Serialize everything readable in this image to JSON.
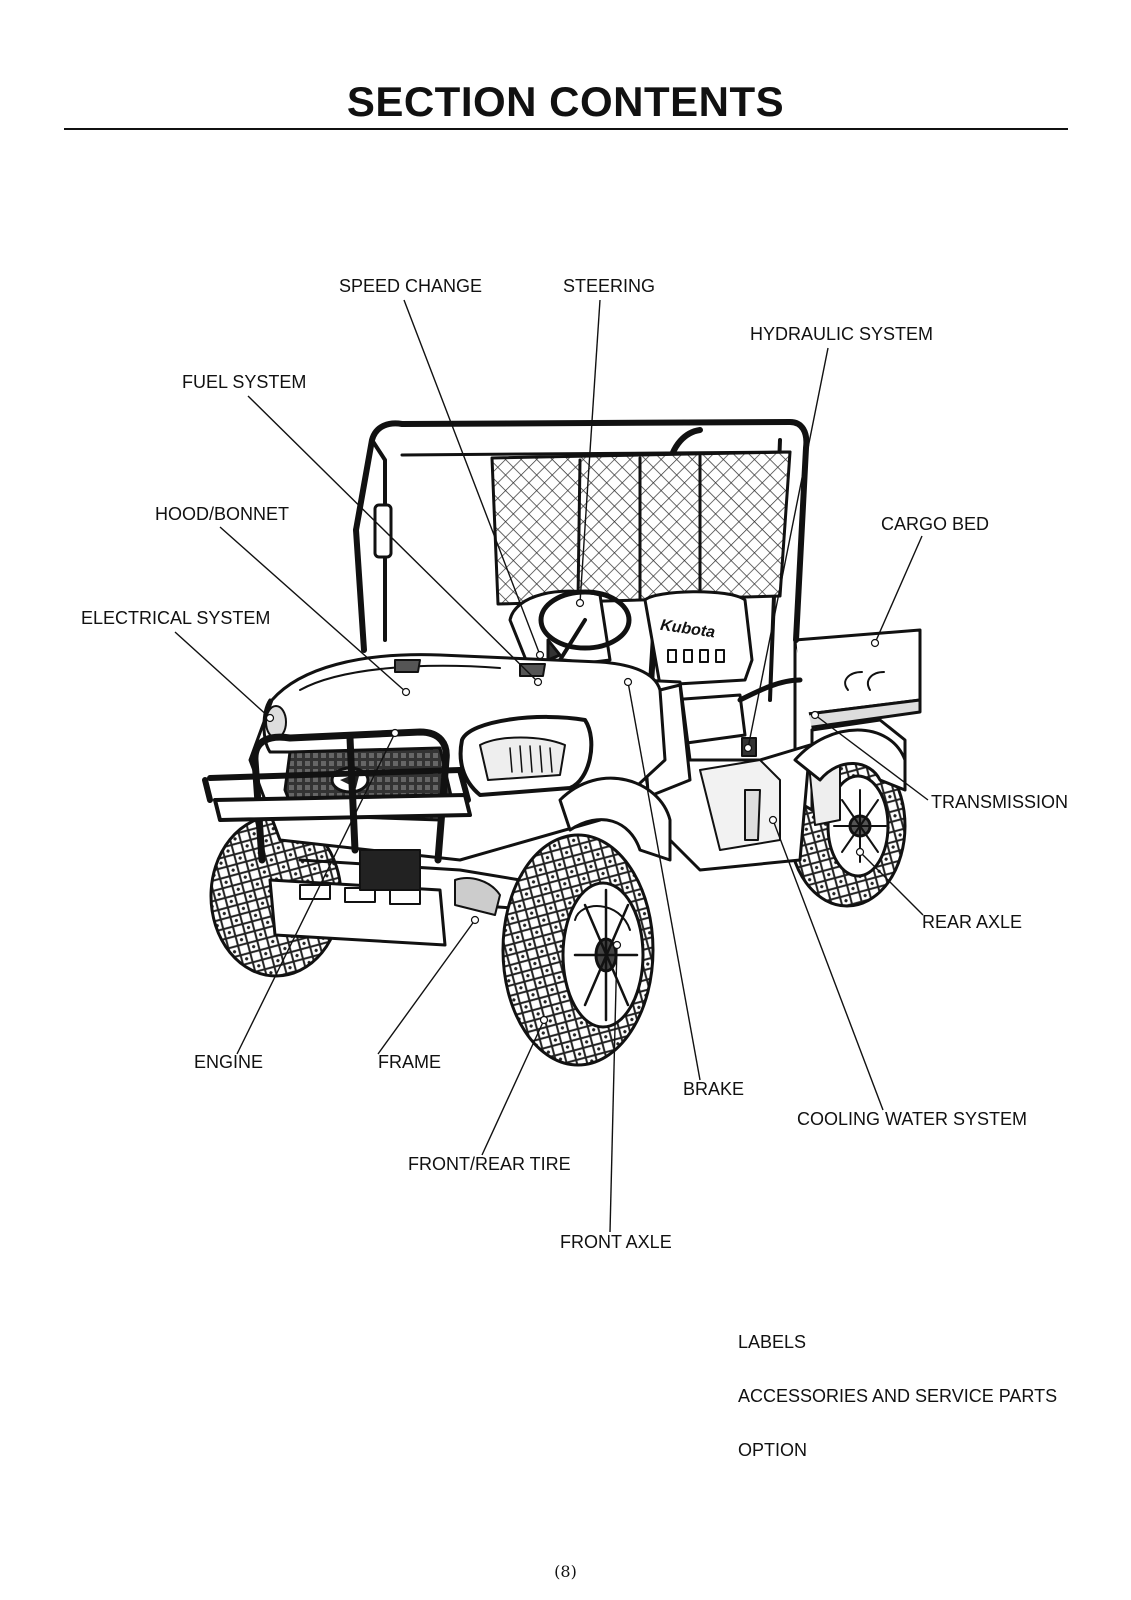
{
  "page": {
    "title": "SECTION CONTENTS",
    "page_number": "(8)"
  },
  "diagram": {
    "vehicle_brand": "Kubota",
    "labels": {
      "speed_change": "SPEED CHANGE",
      "steering": "STEERING",
      "hydraulic_system": "HYDRAULIC SYSTEM",
      "fuel_system": "FUEL SYSTEM",
      "hood_bonnet": "HOOD/BONNET",
      "cargo_bed": "CARGO BED",
      "electrical_system": "ELECTRICAL SYSTEM",
      "transmission": "TRANSMISSION",
      "rear_axle": "REAR AXLE",
      "engine": "ENGINE",
      "frame": "FRAME",
      "brake": "BRAKE",
      "cooling_water_system": "COOLING WATER SYSTEM",
      "front_rear_tire": "FRONT/REAR TIRE",
      "front_axle": "FRONT AXLE"
    }
  },
  "other_sections": [
    "LABELS",
    "ACCESSORIES AND SERVICE PARTS",
    "OPTION"
  ]
}
